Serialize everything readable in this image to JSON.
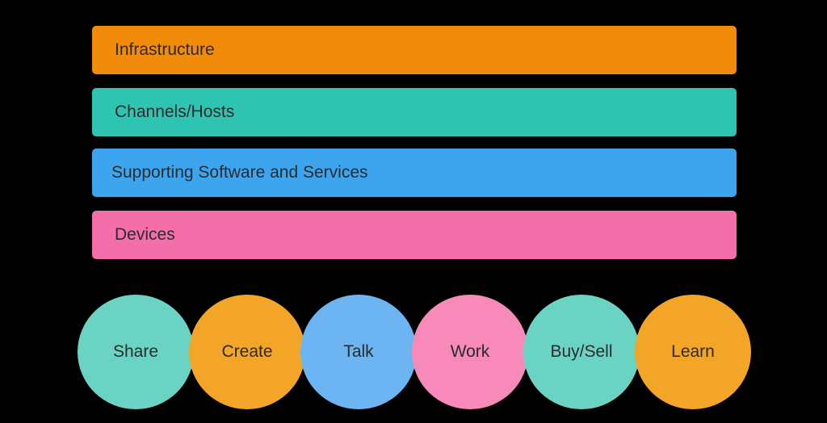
{
  "layers": [
    {
      "label": "Infrastructure",
      "color": "#F18C0A"
    },
    {
      "label": "Channels/Hosts",
      "color": "#2FC4B2"
    },
    {
      "label": "Supporting Software and Services",
      "color": "#3DA5EE"
    },
    {
      "label": "Devices",
      "color": "#F46EAA"
    }
  ],
  "activities": [
    {
      "label": "Share",
      "color": "#6BD3C4"
    },
    {
      "label": "Create",
      "color": "#F3A527"
    },
    {
      "label": "Talk",
      "color": "#6CB4F2"
    },
    {
      "label": "Work",
      "color": "#F78AB9"
    },
    {
      "label": "Buy/Sell",
      "color": "#6BD3C4"
    },
    {
      "label": "Learn",
      "color": "#F3A527"
    }
  ]
}
